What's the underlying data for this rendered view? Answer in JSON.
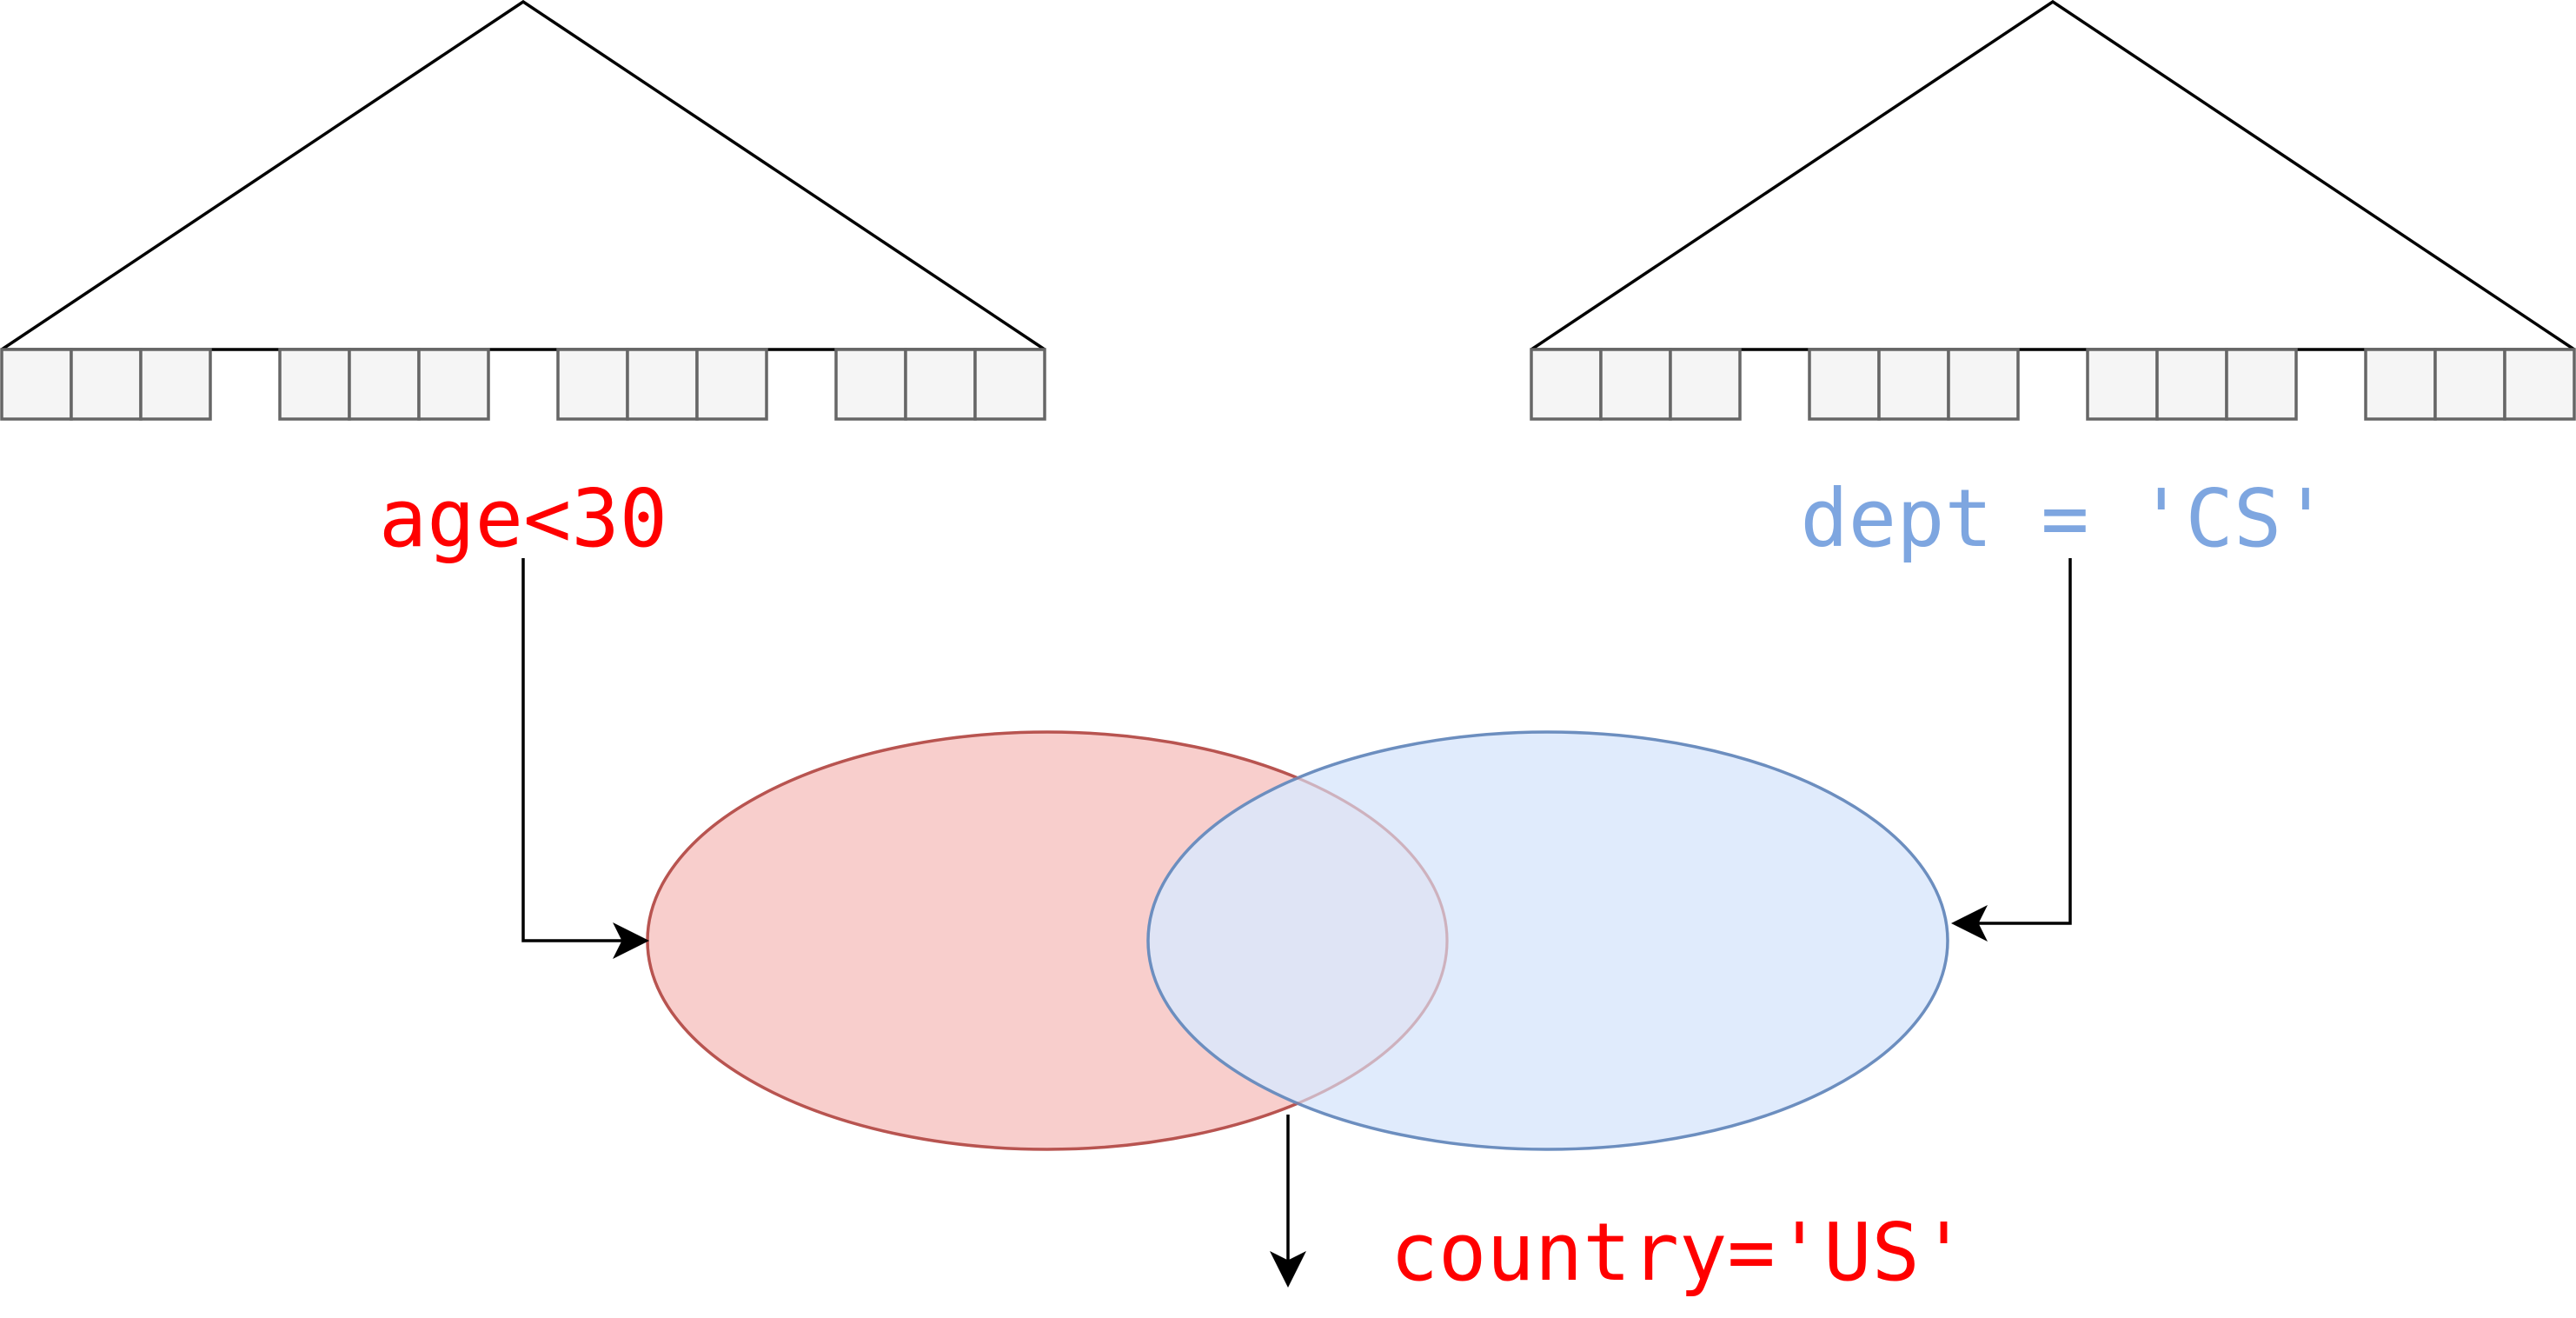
{
  "diagram": {
    "left_predicate": "age<30",
    "right_predicate": "dept = 'CS'",
    "result_predicate": "country='US'"
  },
  "colors": {
    "left_text": "#ff0000",
    "right_text": "#7ea6e0",
    "result_text": "#ff0000",
    "left_set_fill": "#f8cecc",
    "left_set_stroke": "#b85450",
    "right_set_fill": "#dae8fc",
    "right_set_stroke": "#6c8ebf",
    "leaf_fill": "#f5f5f5",
    "leaf_stroke": "#666666",
    "line": "#000000"
  }
}
